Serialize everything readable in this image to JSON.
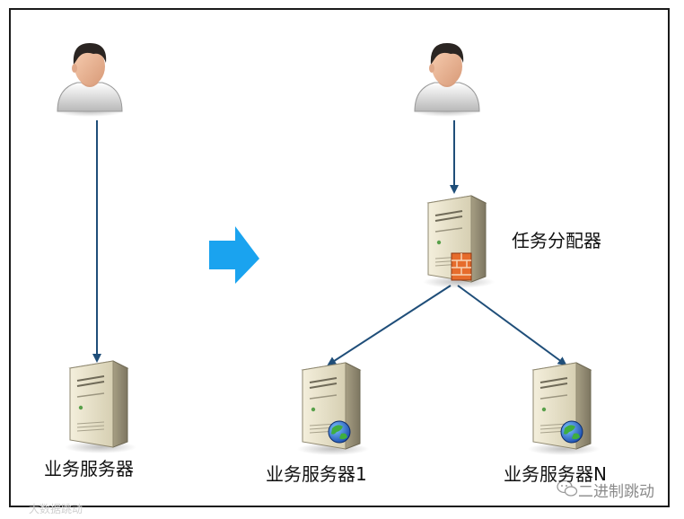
{
  "labels": {
    "server_left": "业务服务器",
    "dispatcher": "任务分配器",
    "server_1": "业务服务器1",
    "server_n": "业务服务器N"
  },
  "watermarks": {
    "bottom_right": "二进制跳动",
    "bottom_left": "大数据跳动"
  },
  "colors": {
    "connector": "#1f4e79",
    "transition_arrow": "#1aa3ef",
    "border": "#1a1a1a"
  },
  "icons": [
    "user-icon",
    "server-icon",
    "firewall-icon",
    "globe-icon",
    "transition-arrow-icon",
    "wechat-icon"
  ]
}
